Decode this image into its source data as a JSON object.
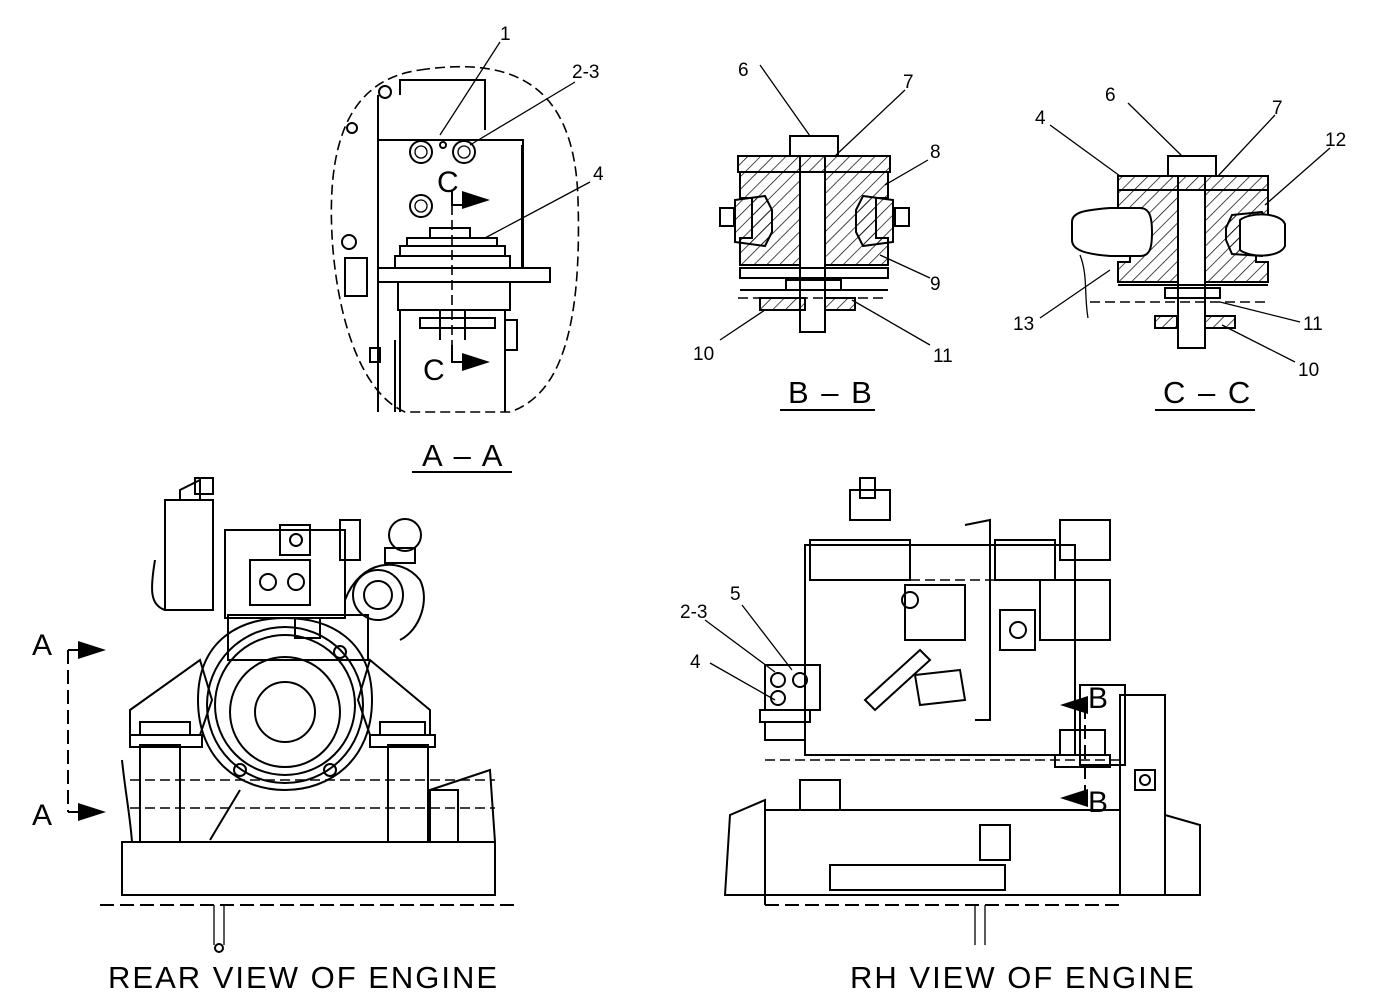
{
  "views": {
    "section_aa": {
      "title": "A – A",
      "section_mark": "C"
    },
    "section_bb": {
      "title": "B – B"
    },
    "section_cc": {
      "title": "C – C"
    },
    "rear_view": {
      "title": "REAR VIEW OF ENGINE",
      "section_mark": "A"
    },
    "rh_view": {
      "title": "RH VIEW OF ENGINE",
      "section_mark": "B"
    }
  },
  "callouts": {
    "aa": [
      "1",
      "2-3",
      "4"
    ],
    "bb": [
      "6",
      "7",
      "8",
      "9",
      "10",
      "11"
    ],
    "cc": [
      "4",
      "6",
      "7",
      "12",
      "13",
      "11",
      "10"
    ],
    "rh": [
      "2-3",
      "5",
      "4"
    ]
  },
  "colors": {
    "line": "#000000",
    "background": "#ffffff"
  }
}
